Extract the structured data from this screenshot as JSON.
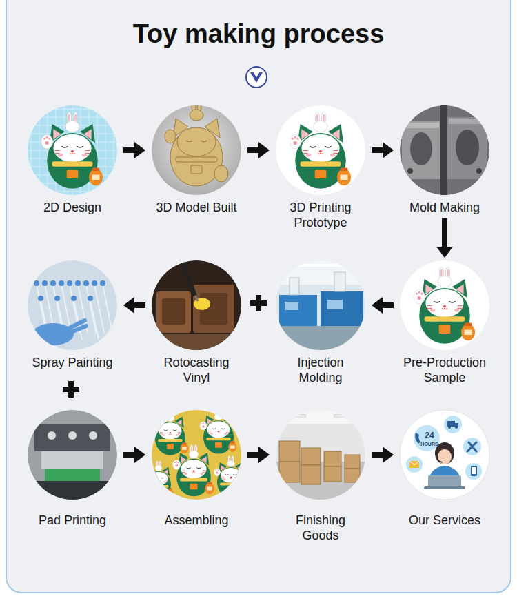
{
  "diagram": {
    "title": "Toy making process",
    "nodes": [
      {
        "text": [
          "2D Design"
        ]
      },
      {
        "text": [
          "3D Model Built"
        ]
      },
      {
        "text": [
          "3D Printing Prototype"
        ]
      },
      {
        "text": [
          "Mold Making"
        ]
      },
      {
        "text": [
          "Pre-Production Sample"
        ]
      },
      {
        "text": [
          "Injection Molding"
        ]
      },
      {
        "text": [
          "Rotocasting Vinyl"
        ]
      },
      {
        "text": [
          "Spray Painting"
        ]
      },
      {
        "text": [
          "Pad Printing"
        ]
      },
      {
        "text": [
          "Assembling"
        ]
      },
      {
        "text": [
          "Finishing Goods"
        ]
      },
      {
        "text": [
          "Our Services"
        ]
      }
    ],
    "edges": [
      {
        "from": 0,
        "to": 1,
        "arrow": "to"
      },
      {
        "from": 1,
        "to": 2,
        "arrow": "to"
      },
      {
        "from": 2,
        "to": 3,
        "arrow": "to"
      },
      {
        "from": 3,
        "to": 4,
        "arrow": "to"
      },
      {
        "from": 4,
        "to": 5,
        "arrow": "to"
      },
      {
        "from": 6,
        "to": 7,
        "arrow": "to"
      },
      {
        "from": 8,
        "to": 9,
        "arrow": "to"
      },
      {
        "from": 9,
        "to": 10,
        "arrow": "to"
      },
      {
        "from": 10,
        "to": 11,
        "arrow": "to"
      }
    ],
    "labels": [
      "24",
      "HOURS"
    ]
  }
}
